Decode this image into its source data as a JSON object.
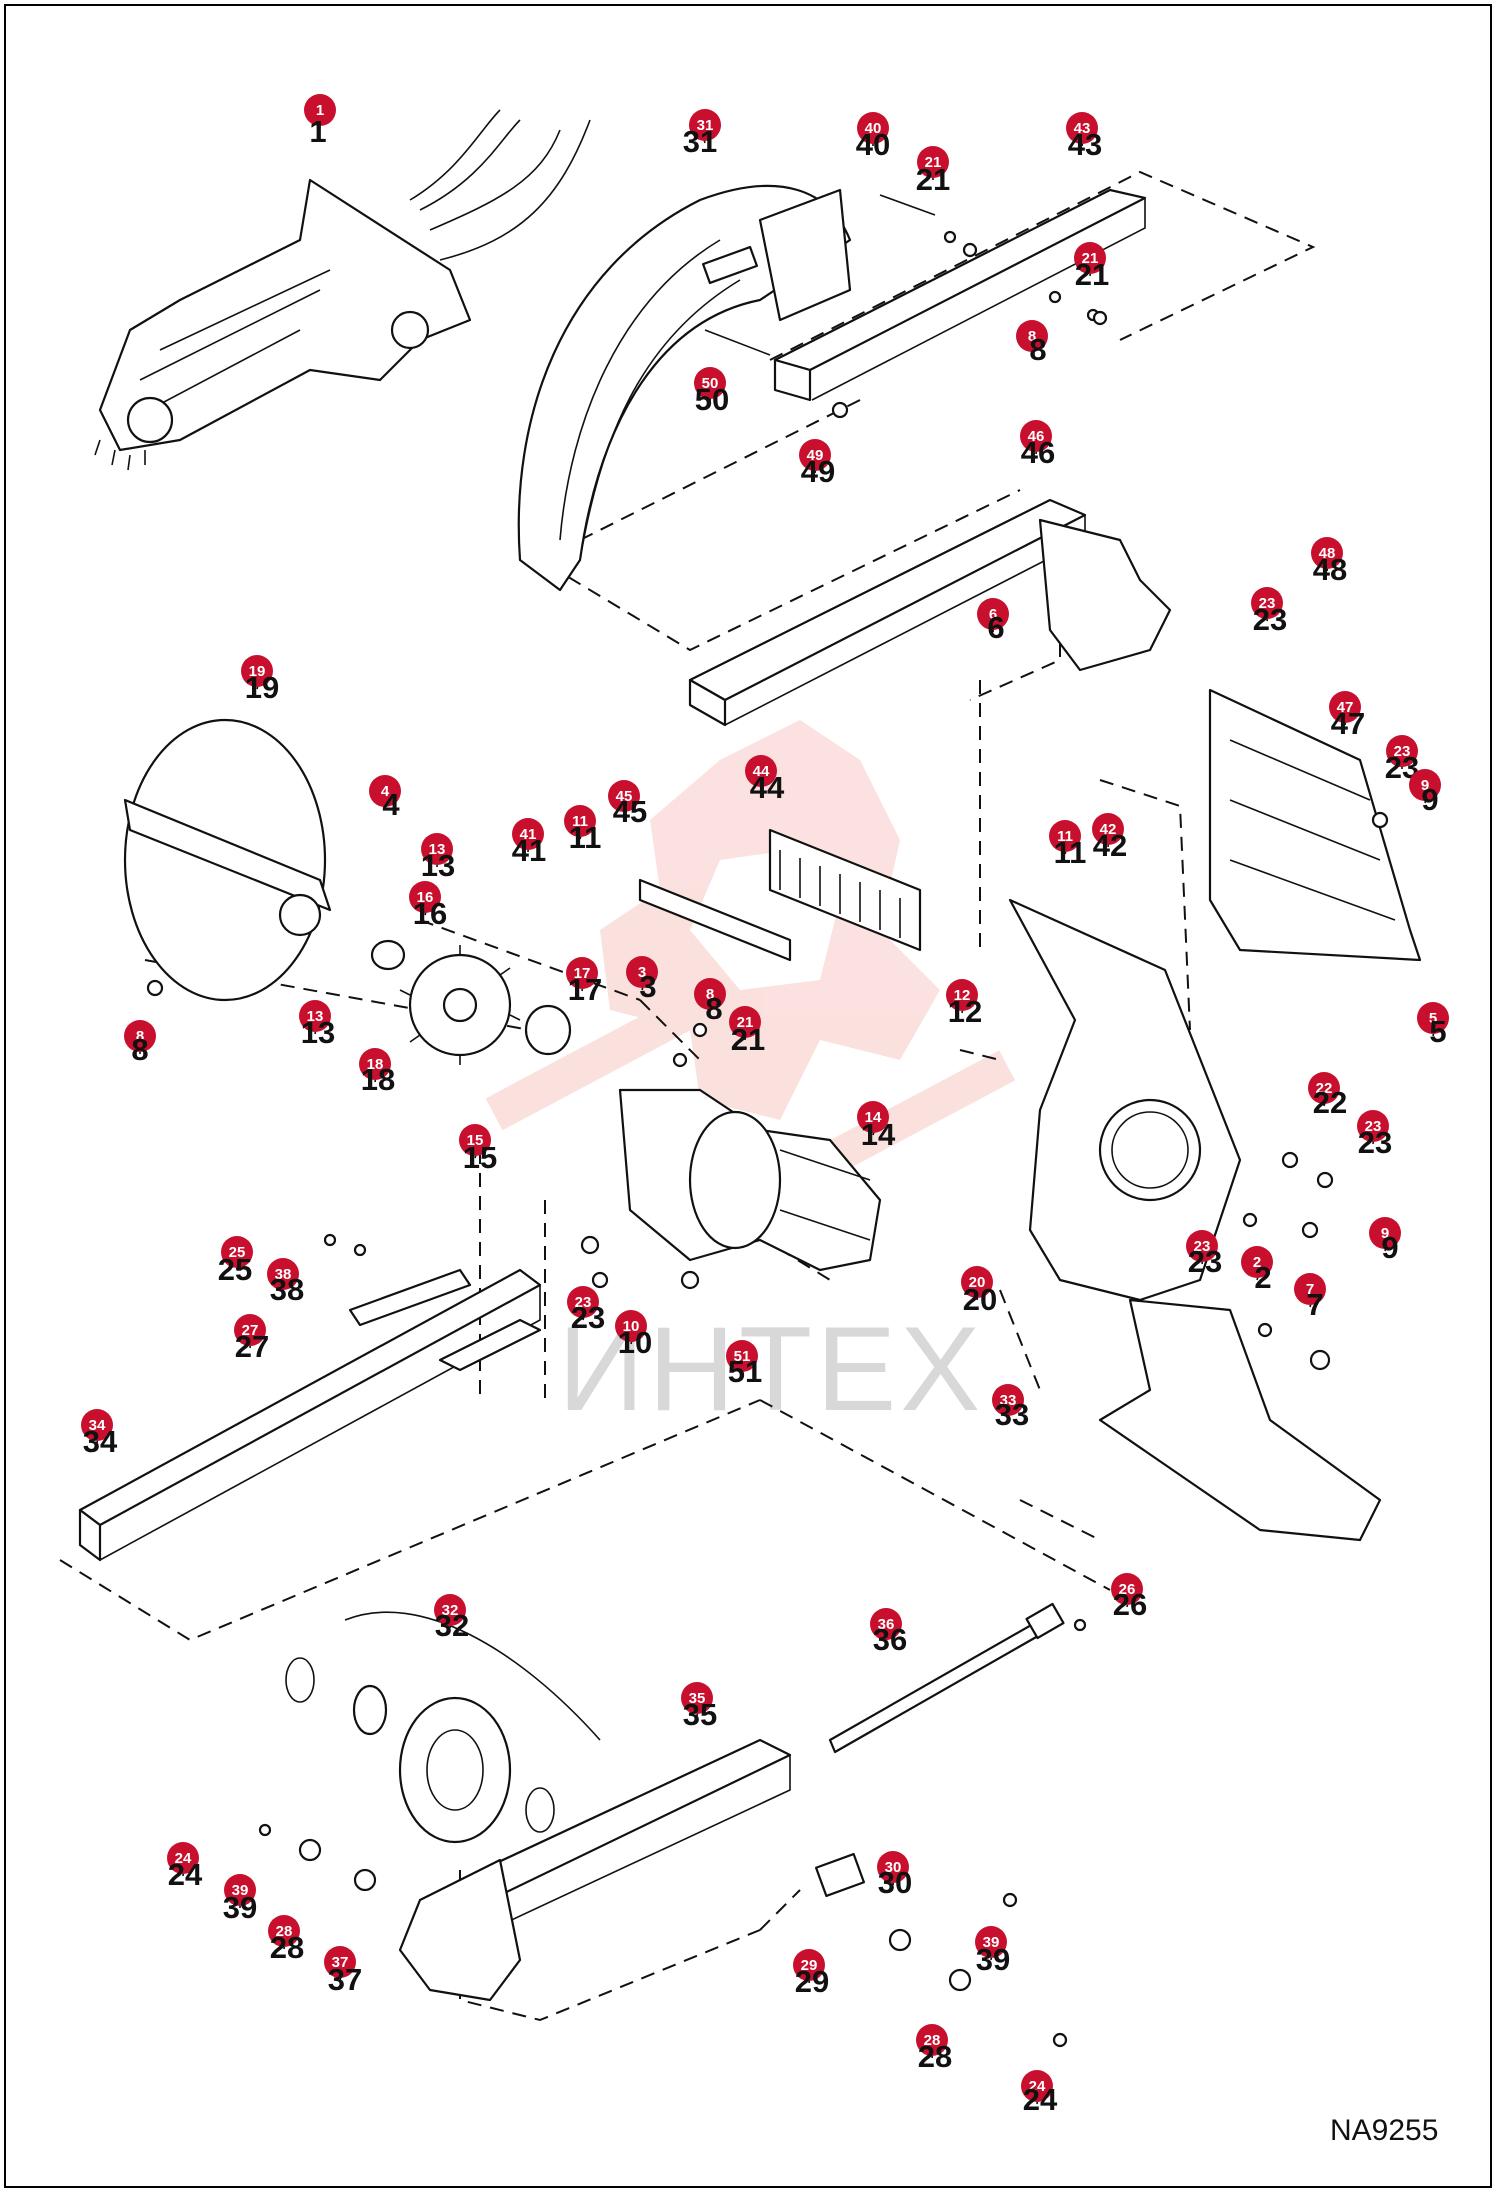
{
  "diagram_code": "NA9255",
  "watermark_text": "ИНТЕХ",
  "colors": {
    "badge": "#c8102e",
    "watermark": "#d8d8d8",
    "watermark_logo": "#f7c9c4",
    "line": "#111111"
  },
  "callouts": [
    {
      "id": "c1",
      "label": "1"
    },
    {
      "id": "c31",
      "label": "31"
    },
    {
      "id": "c40",
      "label": "40"
    },
    {
      "id": "c21a",
      "label": "21"
    },
    {
      "id": "c43",
      "label": "43"
    },
    {
      "id": "c21b",
      "label": "21"
    },
    {
      "id": "c8a",
      "label": "8"
    },
    {
      "id": "c50",
      "label": "50"
    },
    {
      "id": "c49",
      "label": "49"
    },
    {
      "id": "c46",
      "label": "46"
    },
    {
      "id": "c6",
      "label": "6"
    },
    {
      "id": "c48",
      "label": "48"
    },
    {
      "id": "c23a",
      "label": "23"
    },
    {
      "id": "c19",
      "label": "19"
    },
    {
      "id": "c47",
      "label": "47"
    },
    {
      "id": "c23b",
      "label": "23"
    },
    {
      "id": "c9a",
      "label": "9"
    },
    {
      "id": "c4",
      "label": "4"
    },
    {
      "id": "c44",
      "label": "44"
    },
    {
      "id": "c45",
      "label": "45"
    },
    {
      "id": "c13a",
      "label": "13"
    },
    {
      "id": "c41",
      "label": "41"
    },
    {
      "id": "c11a",
      "label": "11"
    },
    {
      "id": "c11b",
      "label": "11"
    },
    {
      "id": "c42",
      "label": "42"
    },
    {
      "id": "c16",
      "label": "16"
    },
    {
      "id": "c17",
      "label": "17"
    },
    {
      "id": "c3",
      "label": "3"
    },
    {
      "id": "c12",
      "label": "12"
    },
    {
      "id": "c5",
      "label": "5"
    },
    {
      "id": "c8b",
      "label": "8"
    },
    {
      "id": "c13b",
      "label": "13"
    },
    {
      "id": "c8c",
      "label": "8"
    },
    {
      "id": "c21c",
      "label": "21"
    },
    {
      "id": "c18",
      "label": "18"
    },
    {
      "id": "c22",
      "label": "22"
    },
    {
      "id": "c14",
      "label": "14"
    },
    {
      "id": "c23c",
      "label": "23"
    },
    {
      "id": "c15",
      "label": "15"
    },
    {
      "id": "c9b",
      "label": "9"
    },
    {
      "id": "c25",
      "label": "25"
    },
    {
      "id": "c38",
      "label": "38"
    },
    {
      "id": "c23d",
      "label": "23"
    },
    {
      "id": "c2",
      "label": "2"
    },
    {
      "id": "c7",
      "label": "7"
    },
    {
      "id": "c20",
      "label": "20"
    },
    {
      "id": "c27",
      "label": "27"
    },
    {
      "id": "c23e",
      "label": "23"
    },
    {
      "id": "c10",
      "label": "10"
    },
    {
      "id": "c51",
      "label": "51"
    },
    {
      "id": "c33",
      "label": "33"
    },
    {
      "id": "c34",
      "label": "34"
    },
    {
      "id": "c26",
      "label": "26"
    },
    {
      "id": "c32",
      "label": "32"
    },
    {
      "id": "c36",
      "label": "36"
    },
    {
      "id": "c35",
      "label": "35"
    },
    {
      "id": "c30",
      "label": "30"
    },
    {
      "id": "c24a",
      "label": "24"
    },
    {
      "id": "c39a",
      "label": "39"
    },
    {
      "id": "c28a",
      "label": "28"
    },
    {
      "id": "c37",
      "label": "37"
    },
    {
      "id": "c29",
      "label": "29"
    },
    {
      "id": "c39b",
      "label": "39"
    },
    {
      "id": "c28b",
      "label": "28"
    },
    {
      "id": "c24b",
      "label": "24"
    }
  ]
}
